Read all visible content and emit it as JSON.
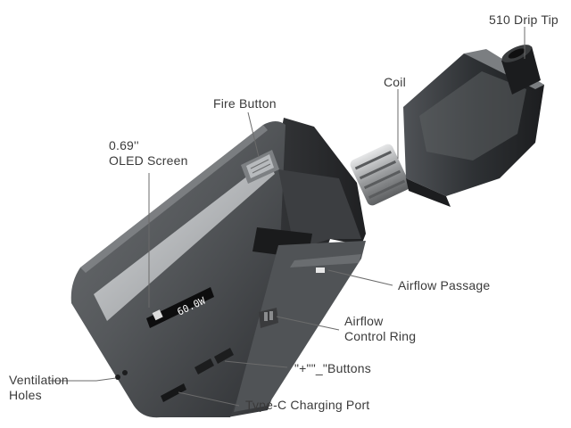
{
  "screen_readout": "60.0W",
  "labels": {
    "drip_tip": "510 Drip Tip",
    "coil": "Coil",
    "fire_button": "Fire Button",
    "oled_line1": "0.69''",
    "oled_line2": "OLED Screen",
    "airflow_passage": "Airflow Passage",
    "airflow_ring_line1": "Airflow",
    "airflow_ring_line2": "Control Ring",
    "buttons": "\"+\"\"_\"Buttons",
    "ventilation_line1": "Ventilation",
    "ventilation_line2": "Holes",
    "charging_port": "Type-C Charging Port"
  },
  "colors": {
    "device_body": "#4a4c4f",
    "device_dark": "#2b2c2e",
    "trim_stripe": "#b9bcbf",
    "tank_glass": "#3a3d40",
    "leader_line": "#6b6b6b"
  }
}
